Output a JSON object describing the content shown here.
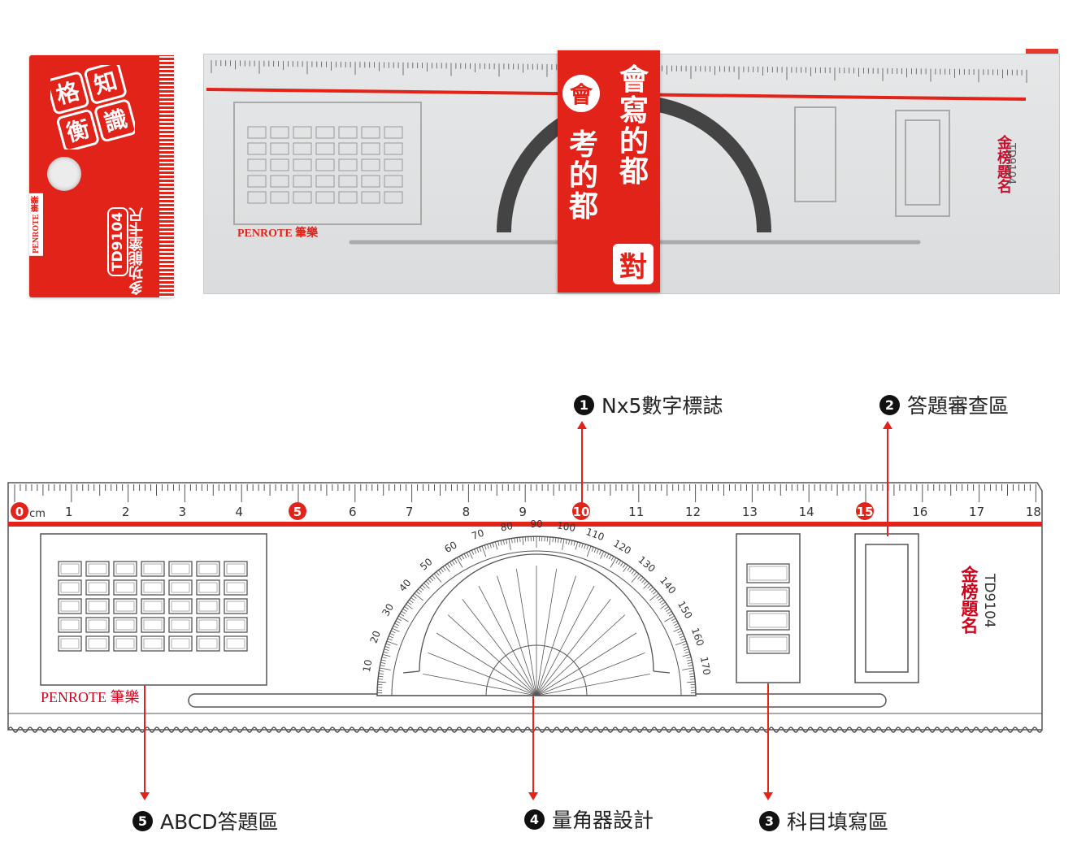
{
  "photo": {
    "package": {
      "seal_chars": [
        "知",
        "識",
        "衡",
        "格"
      ],
      "model": "TD9104",
      "name": "多功能塗卡尺",
      "brand": "PENROTE 筆樂"
    },
    "band_text_1": "考的都",
    "band_text_2": "會寫的都",
    "band_text_3": "對",
    "band_logo": "會",
    "ruler": {
      "brand": "PENROTE 筆樂",
      "motto": "金榜題名",
      "model": "TD9104",
      "unit": "cm"
    }
  },
  "diagram": {
    "unit": "cm",
    "numbers": [
      "0",
      "1",
      "2",
      "3",
      "4",
      "5",
      "6",
      "7",
      "8",
      "9",
      "10",
      "11",
      "12",
      "13",
      "14",
      "15",
      "16",
      "17",
      "18"
    ],
    "highlighted_numbers": [
      "0",
      "5",
      "10",
      "15"
    ],
    "protractor_labels": [
      "10",
      "20",
      "30",
      "40",
      "50",
      "60",
      "70",
      "80",
      "90",
      "100",
      "110",
      "120",
      "130",
      "140",
      "150",
      "160",
      "170"
    ],
    "brand": "PENROTE 筆樂",
    "motto": "金榜題名",
    "model": "TD9104",
    "answer_grid": {
      "rows": 5,
      "cols": 7
    },
    "subject_boxes": 4
  },
  "callouts": [
    {
      "num": "1",
      "label": "Nx5數字標誌"
    },
    {
      "num": "2",
      "label": "答題審查區"
    },
    {
      "num": "3",
      "label": "科目填寫區"
    },
    {
      "num": "4",
      "label": "量角器設計"
    },
    {
      "num": "5",
      "label": "ABCD答題區"
    }
  ],
  "colors": {
    "accent": "#e2231a",
    "line": "#555555",
    "dark": "#111111"
  }
}
